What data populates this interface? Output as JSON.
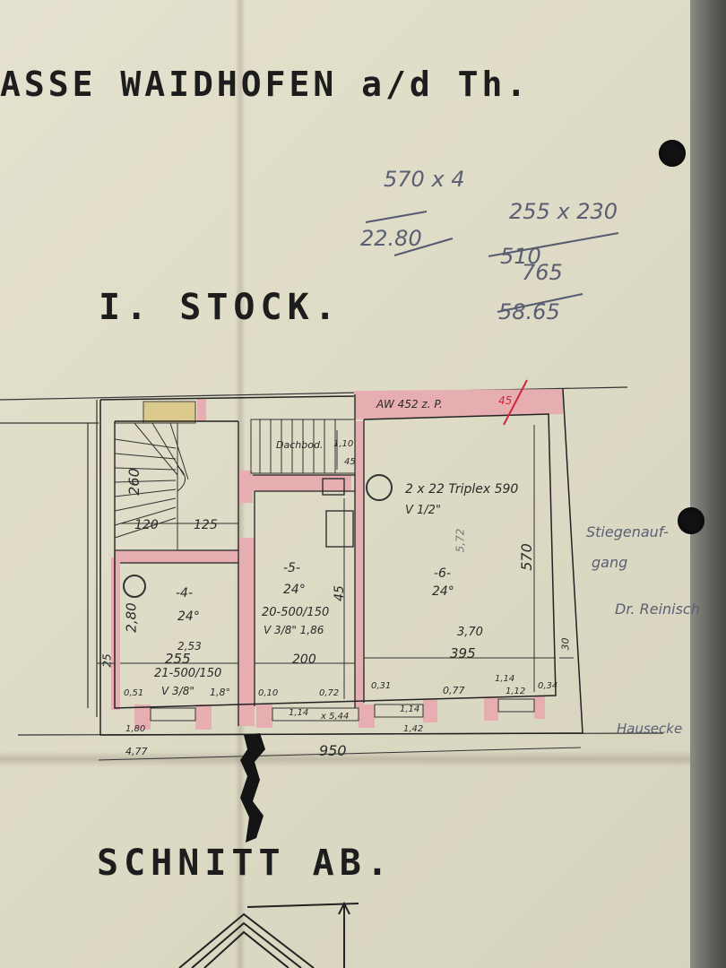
{
  "header": {
    "title": "ASSE WAIDHOFEN a/d Th.",
    "floor_title": "I. STOCK.",
    "section_title": "SCHNITT AB."
  },
  "calculations": {
    "line1": "570 x 4",
    "line2": "22.80",
    "line3": "255 x 230",
    "line4": "510",
    "line5": "765",
    "line6": "58.65"
  },
  "wall_labels": {
    "top_wall": "AW 452 z. P.",
    "red_mark": "45",
    "dachboden": "Dachbod.",
    "dim_110": "1,10",
    "dim_45_small": "45"
  },
  "rooms": {
    "stair_dim_260": "260",
    "stair_dim_120": "120",
    "stair_dim_125": "125",
    "room4_number": "-4-",
    "room4_temp": "24°",
    "room4_dim_280": "2,80",
    "room4_dim_253": "2,53",
    "room4_dim_255": "255",
    "room4_radiator": "21-500/150",
    "room4_v": "V 3/8\"",
    "room4_180": "1,8°",
    "room5_number": "-5-",
    "room5_temp": "24°",
    "room5_dim_45": "45",
    "room5_radiator": "20-500/150",
    "room5_v": "V 3/8\" 1,86",
    "room5_dim_200": "200",
    "room6_radiator": "2 x 22 Triplex 590",
    "room6_v": "V 1/2\"",
    "room6_number": "-6-",
    "room6_temp": "24°",
    "room6_572": "5,72",
    "room6_dim_570": "570",
    "room6_dim_370": "3,70",
    "room6_dim_395": "395",
    "room6_dim_30": "30"
  },
  "window_labels": {
    "w_051": "0,51",
    "w_180": "1,80",
    "w_010": "0,10",
    "w_072": "0,72",
    "w_114a": "1,14",
    "w_x544": "x 5,44",
    "w_031": "0,31",
    "w_077": "0,77",
    "w_114b": "1,14",
    "w_034": "0,34",
    "w_114c": "1,14",
    "w_112": "1,12",
    "w_142": "1,42"
  },
  "dimensions": {
    "bottom_950": "950",
    "left_25": "25",
    "left_477": "4,77"
  },
  "margin_notes": {
    "note1": "Stiegenauf-",
    "note2": "gang",
    "note3": "Dr. Reinisch",
    "note4": "Hausecke"
  }
}
